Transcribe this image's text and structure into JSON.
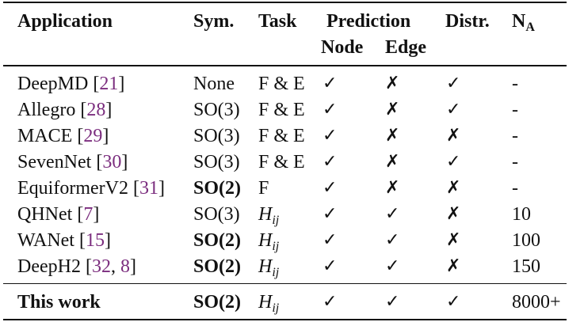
{
  "header": {
    "application": "Application",
    "symmetry": "Sym.",
    "task": "Task",
    "prediction": "Prediction",
    "node": "Node",
    "edge": "Edge",
    "distributed": "Distr.",
    "na_main": "N",
    "na_sub": "A"
  },
  "rows": [
    {
      "name": "DeepMD",
      "refs": [
        "21"
      ],
      "sym": "None",
      "sym_bold": false,
      "task": "F & E",
      "node": "✓",
      "edge": "✗",
      "distr": "✓",
      "na": "-"
    },
    {
      "name": "Allegro",
      "refs": [
        "28"
      ],
      "sym": "SO(3)",
      "sym_bold": false,
      "task": "F & E",
      "node": "✓",
      "edge": "✗",
      "distr": "✓",
      "na": "-"
    },
    {
      "name": "MACE",
      "refs": [
        "29"
      ],
      "sym": "SO(3)",
      "sym_bold": false,
      "task": "F & E",
      "node": "✓",
      "edge": "✗",
      "distr": "✗",
      "na": "-"
    },
    {
      "name": "SevenNet",
      "refs": [
        "30"
      ],
      "sym": "SO(3)",
      "sym_bold": false,
      "task": "F & E",
      "node": "✓",
      "edge": "✗",
      "distr": "✓",
      "na": "-"
    },
    {
      "name": "EquiformerV2",
      "refs": [
        "31"
      ],
      "sym": "SO(2)",
      "sym_bold": true,
      "task": "F",
      "node": "✓",
      "edge": "✗",
      "distr": "✗",
      "na": "-"
    },
    {
      "name": "QHNet",
      "refs": [
        "7"
      ],
      "sym": "SO(3)",
      "sym_bold": false,
      "task_h": "H",
      "task_sub": "ij",
      "node": "✓",
      "edge": "✓",
      "distr": "✗",
      "na": "10"
    },
    {
      "name": "WANet",
      "refs": [
        "15"
      ],
      "sym": "SO(2)",
      "sym_bold": true,
      "task_h": "H",
      "task_sub": "ij",
      "node": "✓",
      "edge": "✓",
      "distr": "✗",
      "na": "100"
    },
    {
      "name": "DeepH2",
      "refs": [
        "32",
        "8"
      ],
      "sym": "SO(2)",
      "sym_bold": true,
      "task_h": "H",
      "task_sub": "ij",
      "node": "✓",
      "edge": "✓",
      "distr": "✗",
      "na": "150"
    }
  ],
  "this_work": {
    "name": "This work",
    "sym": "SO(2)",
    "task_h": "H",
    "task_sub": "ij",
    "node": "✓",
    "edge": "✓",
    "distr": "✓",
    "na": "8000+"
  }
}
